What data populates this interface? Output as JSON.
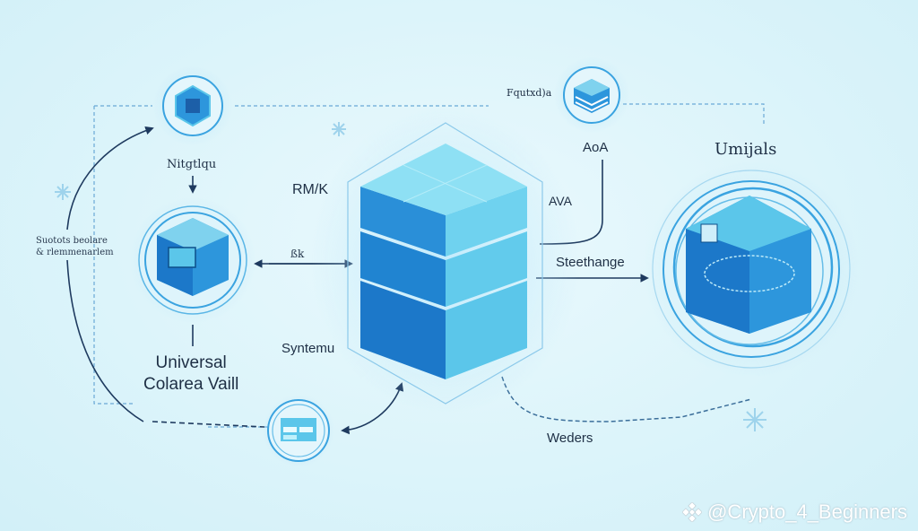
{
  "diagram": {
    "nodes": {
      "top_left_icon": {
        "label": "Nitgtlqu"
      },
      "left_vault": {
        "label_line1": "Universal",
        "label_line2": "Colarea Vaill"
      },
      "top_center_icon": {
        "label_top": "Fqutxd)a",
        "label_bottom": "AoA"
      },
      "central_stack": {
        "label_left_top": "RM/K",
        "label_left_mid": "ßk",
        "label_left_bottom": "Syntemu",
        "label_right_top": "AVA"
      },
      "right_hub": {
        "label": "Umijals",
        "label_connector": "Steethange"
      },
      "bottom_icon": {
        "label": "Weders"
      }
    },
    "side_note": {
      "line1": "Suotots beolare",
      "line2": "& rlemmenarlem"
    },
    "colors": {
      "background": "#dcf4fa",
      "cube_dark": "#1c78c9",
      "cube_mid": "#2d96dc",
      "cube_light": "#5bc6ea",
      "line_dark": "#1e3a5f",
      "line_dashed": "#6aa9d6",
      "ring": "#3aa3e0"
    }
  },
  "watermark": {
    "text": "@Crypto_4_Beginners",
    "icon": "diamond-logo-icon"
  }
}
